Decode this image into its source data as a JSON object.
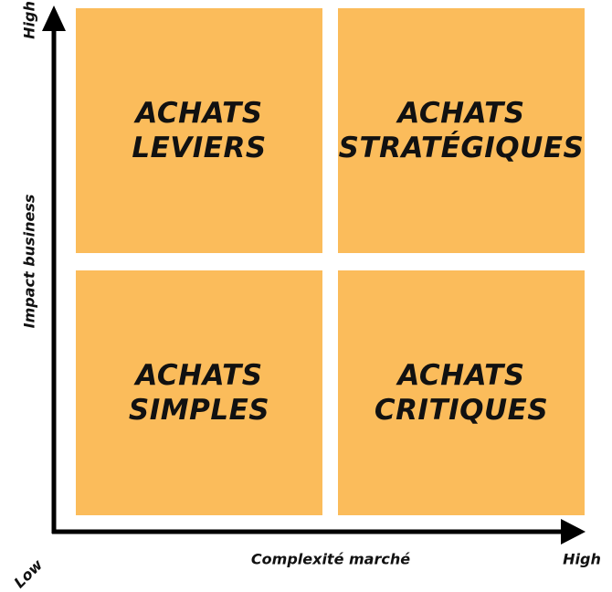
{
  "quadrants": {
    "top_left": {
      "line1": "ACHATS",
      "line2": "LEVIERS"
    },
    "top_right": {
      "line1": "ACHATS",
      "line2": "STRATÉGIQUES"
    },
    "bottom_left": {
      "line1": "ACHATS",
      "line2": "SIMPLES"
    },
    "bottom_right": {
      "line1": "ACHATS",
      "line2": "CRITIQUES"
    }
  },
  "axes": {
    "y_title": "Impact business",
    "y_high": "High",
    "x_title": "Complexité marché",
    "x_high": "High",
    "origin_low": "Low"
  },
  "colors": {
    "quadrant_fill": "#FBBC5B",
    "axis": "#000000",
    "text": "#111111"
  }
}
